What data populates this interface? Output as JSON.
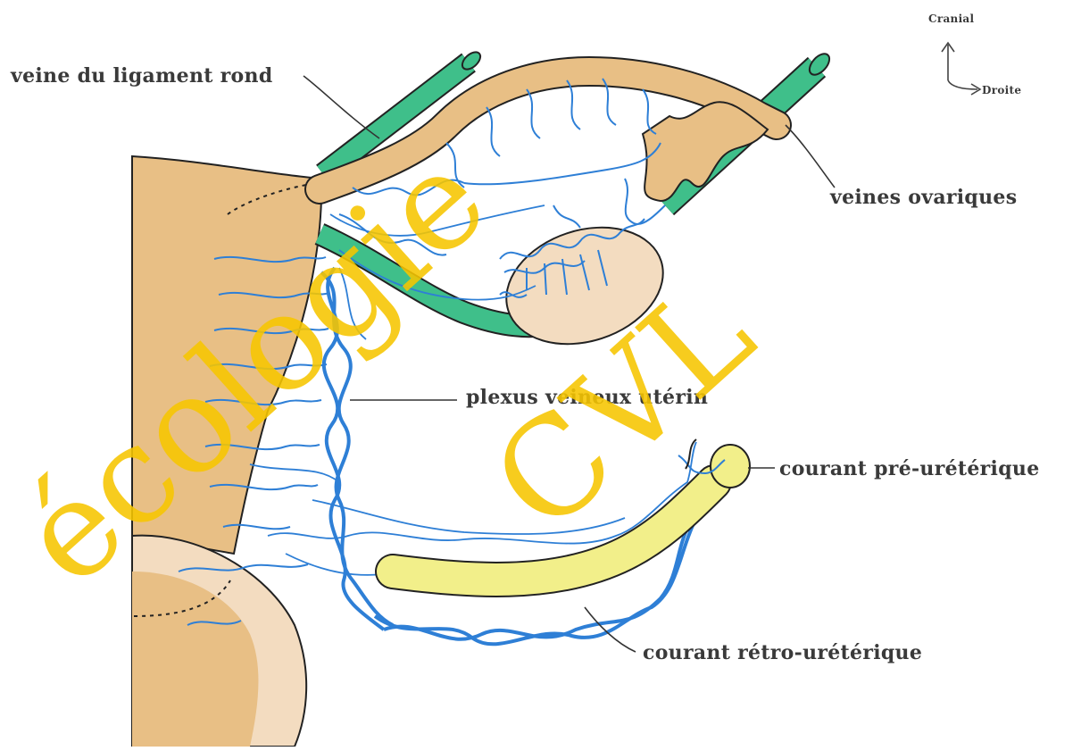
{
  "labels": {
    "round_ligament_vein": "veine du ligament rond",
    "ovarian_veins": "veines ovariques",
    "uterine_venous_plexus": "plexus veineux utérin",
    "pre_ureteral_current": "courant pré-urétérique",
    "retro_ureteral_current": "courant rétro-urétérique"
  },
  "orientation": {
    "cranial": "Cranial",
    "right": "Droite"
  },
  "watermark": {
    "part1": "écologie",
    "part2": "CVL"
  },
  "colors": {
    "tissue": "#e8bf85",
    "tissue_light": "#f3dcc0",
    "vein_green": "#3fbf8a",
    "vein_blue": "#2e7fd6",
    "ureter_yellow": "#f2ef8a",
    "watermark": "#f7c600",
    "outline": "#222222"
  }
}
